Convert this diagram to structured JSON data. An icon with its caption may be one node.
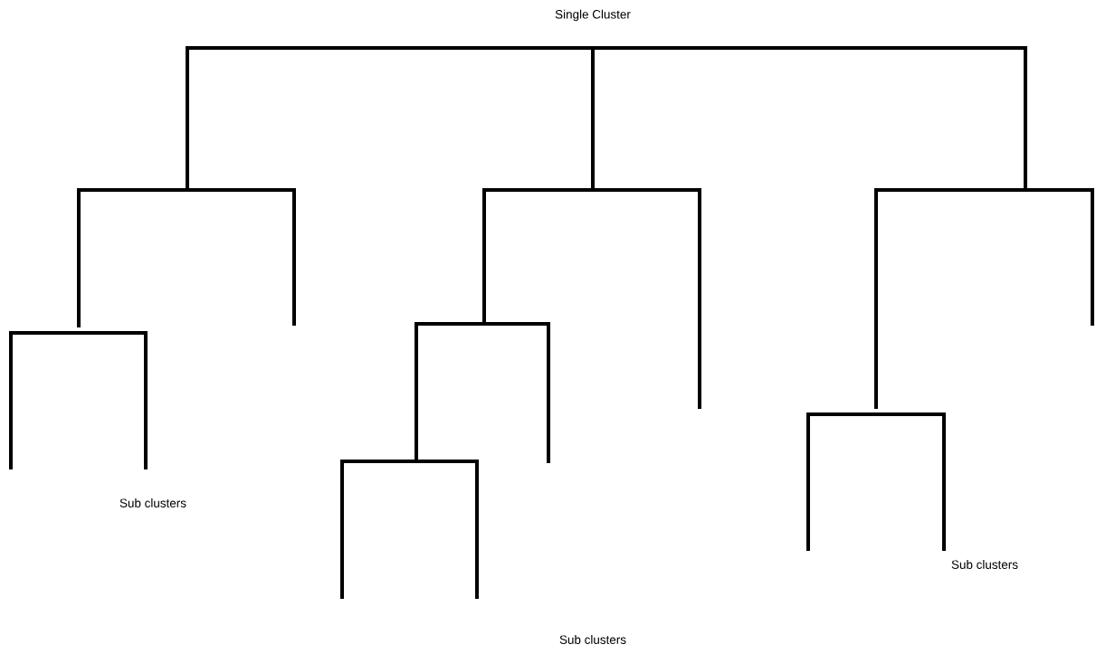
{
  "diagram": {
    "labels": [
      "Single Cluster",
      "Sub clusters",
      "Sub clusters",
      "Sub clusters"
    ]
  }
}
